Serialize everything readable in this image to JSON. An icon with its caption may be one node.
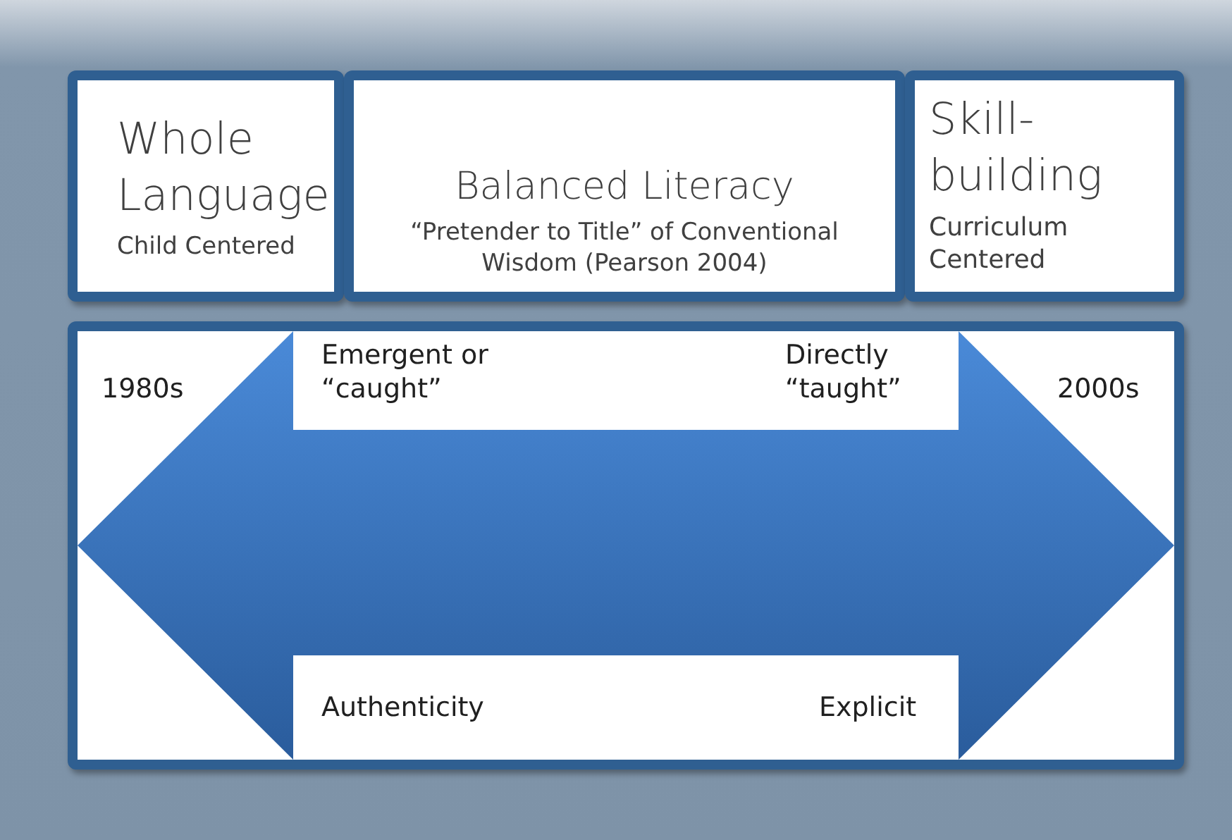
{
  "diagram": {
    "nodes": [
      {
        "text": [
          "Whole Language",
          "Child Centered"
        ]
      },
      {
        "text": [
          "Balanced Literacy",
          "“Pretender to Title” of Conventional Wisdom (Pearson 2004)"
        ]
      },
      {
        "text": [
          "Skill-building",
          "Curriculum Centered"
        ]
      },
      {
        "text": [],
        "shape": "box"
      },
      {
        "text": [],
        "shape": "arrow",
        "in": 3
      }
    ],
    "labels": [
      "1980s",
      "Emergent or “caught”",
      "Directly “taught”",
      "2000s",
      "Authenticity",
      "Explicit"
    ]
  }
}
